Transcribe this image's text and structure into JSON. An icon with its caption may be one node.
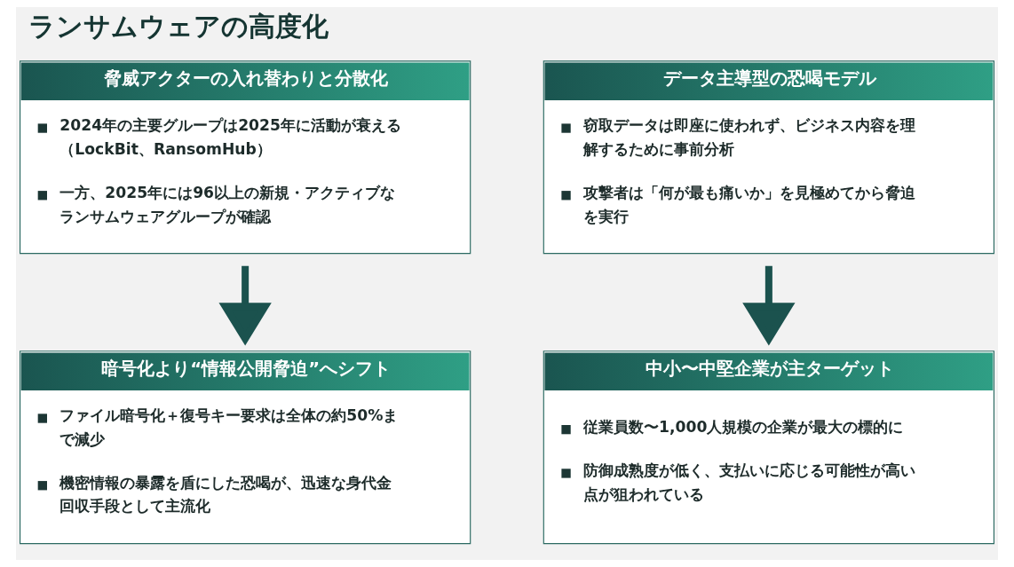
{
  "diagram": {
    "title": "ランサムウェアの高度化",
    "nodes": [
      {
        "text": [
          "脅威アクターの入れ替わりと分散化",
          "2024年の主要グループは2025年に活動が衰える（LockBit、RansomHub）",
          "一方、2025年には96以上の新規・アクティブなランサムウェアグループが確認"
        ]
      },
      {
        "text": [
          "データ主導型の恐喝モデル",
          "窃取データは即座に使われず、ビジネス内容を理解するために事前分析",
          "攻撃者は「何が最も痛いか」を見極めてから脅迫を実行"
        ]
      },
      {
        "text": [
          "暗号化より“情報公開脅迫”へシフト",
          "ファイル暗号化＋復号キー要求は全体の約50%まで減少",
          "機密情報の暴露を盾にした恐喝が、迅速な身代金回収手段として主流化"
        ]
      },
      {
        "text": [
          "中小〜中堅企業が主ターゲット",
          "従業員数〜1,000人規模の企業が最大の標的に",
          "防御成熟度が低く、支払いに応じる可能性が高い点が狙われている"
        ]
      }
    ],
    "edges": [
      {
        "from": 0,
        "to": 2,
        "arrow": "to"
      },
      {
        "from": 1,
        "to": 3,
        "arrow": "to"
      }
    ]
  }
}
